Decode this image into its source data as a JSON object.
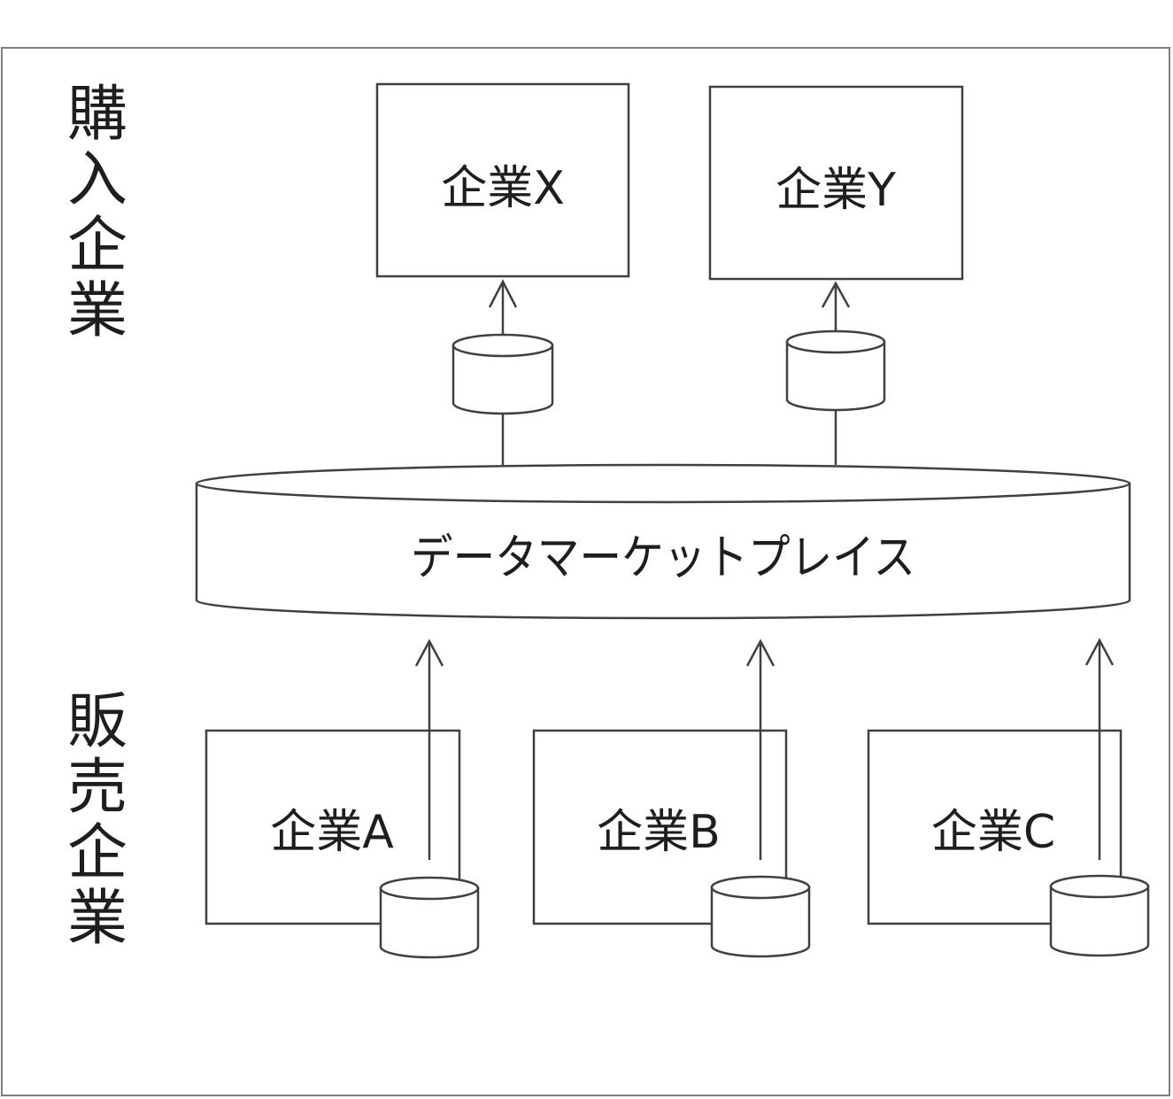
{
  "groups": {
    "buyers_label": [
      "購",
      "入",
      "企",
      "業"
    ],
    "sellers_label": [
      "販",
      "売",
      "企",
      "業"
    ]
  },
  "marketplace": {
    "label": "データマーケットプレイス"
  },
  "buyers": [
    {
      "label": "企業X"
    },
    {
      "label": "企業Y"
    }
  ],
  "sellers": [
    {
      "label": "企業A"
    },
    {
      "label": "企業B"
    },
    {
      "label": "企業C"
    }
  ],
  "colors": {
    "stroke": "#404040",
    "frame": "#7f7f7f",
    "text": "#1e1e1e"
  }
}
